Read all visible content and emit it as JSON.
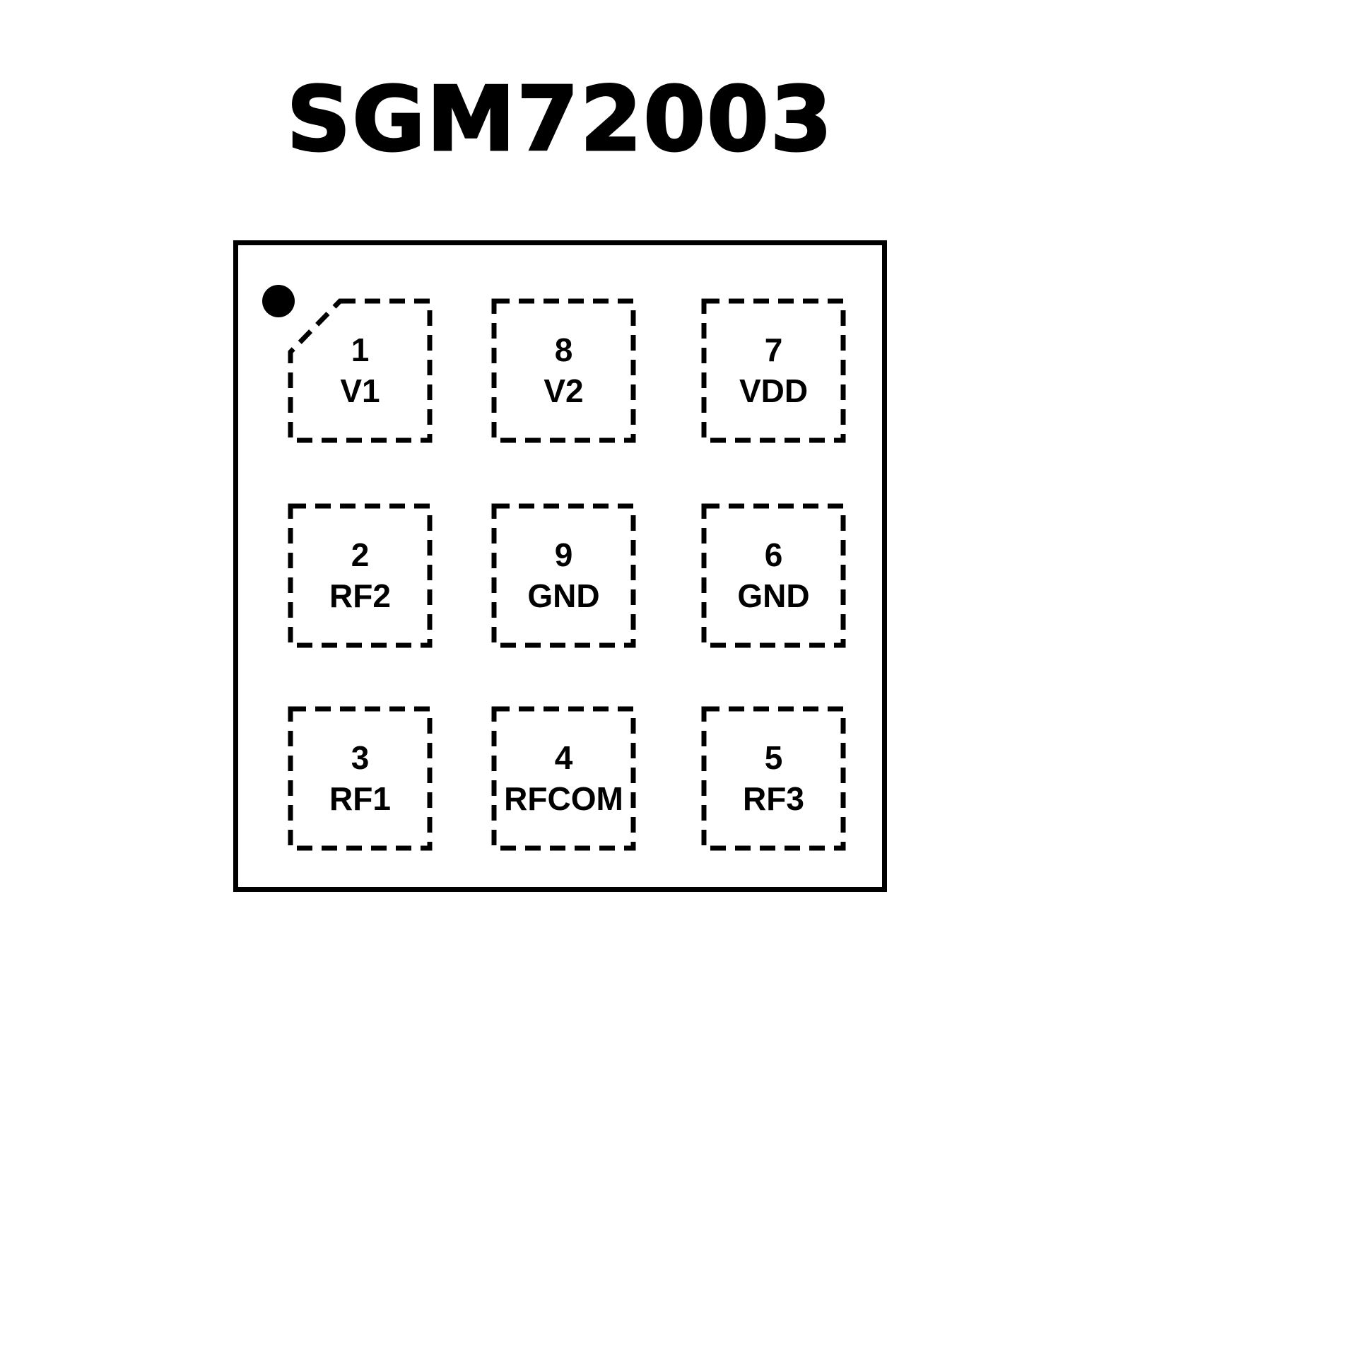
{
  "title": "SGM72003",
  "chip": {
    "pin1_marker": "dot",
    "colors": {
      "line": "#000000",
      "background": "#ffffff"
    },
    "pads": [
      {
        "number": "1",
        "name": "V1"
      },
      {
        "number": "8",
        "name": "V2"
      },
      {
        "number": "7",
        "name": "VDD"
      },
      {
        "number": "2",
        "name": "RF2"
      },
      {
        "number": "9",
        "name": "GND"
      },
      {
        "number": "6",
        "name": "GND"
      },
      {
        "number": "3",
        "name": "RF1"
      },
      {
        "number": "4",
        "name": "RFCOM"
      },
      {
        "number": "5",
        "name": "RF3"
      }
    ]
  }
}
